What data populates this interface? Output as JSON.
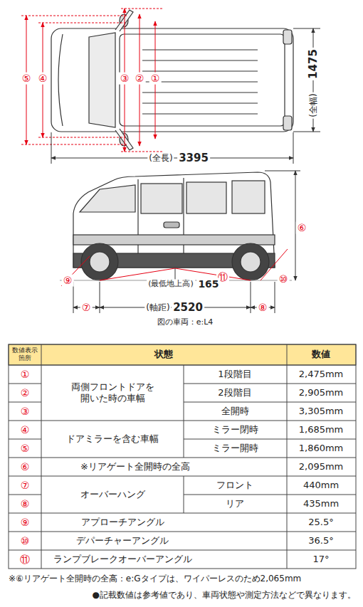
{
  "diagram": {
    "caption": "図の車両：e:L4",
    "labels": [
      "⑤",
      "④",
      "③",
      "②",
      "①",
      "1475",
      "(全幅)",
      "(全長)",
      "3395",
      "⑥",
      "⑨",
      "⑪",
      "(最低地上高)",
      "165",
      "⑩",
      "⑦",
      "(軸距)",
      "2520",
      "⑧",
      "数値表示 箇所",
      "状態",
      "数値",
      "①",
      "両側フロントドアを 開いた時の車幅",
      "1段階目",
      "2,475mm",
      "②",
      "2段階目",
      "2,905mm",
      "③",
      "全開時",
      "3,305mm",
      "④",
      "ドアミラーを含む車幅",
      "ミラー閉時",
      "1,685mm",
      "⑤",
      "ミラー開時",
      "1,860mm",
      "⑥",
      "※リアゲート全開時の全高",
      "2,095mm",
      "⑦",
      "オーバーハング",
      "フロント",
      "440mm",
      "⑧",
      "リア",
      "435mm",
      "⑨",
      "アプローチアングル",
      "25.5°",
      "⑩",
      "デパーチャーアングル",
      "36.5°",
      "⑪",
      "ランプブレークオーバーアングル",
      "17°",
      "※⑥リアゲート全開時の全高：e:Gタイプは、ワイパーレスのため2,065mm",
      "●記載数値は参考値であり、車両状態や測定方法などで異なります。"
    ]
  }
}
